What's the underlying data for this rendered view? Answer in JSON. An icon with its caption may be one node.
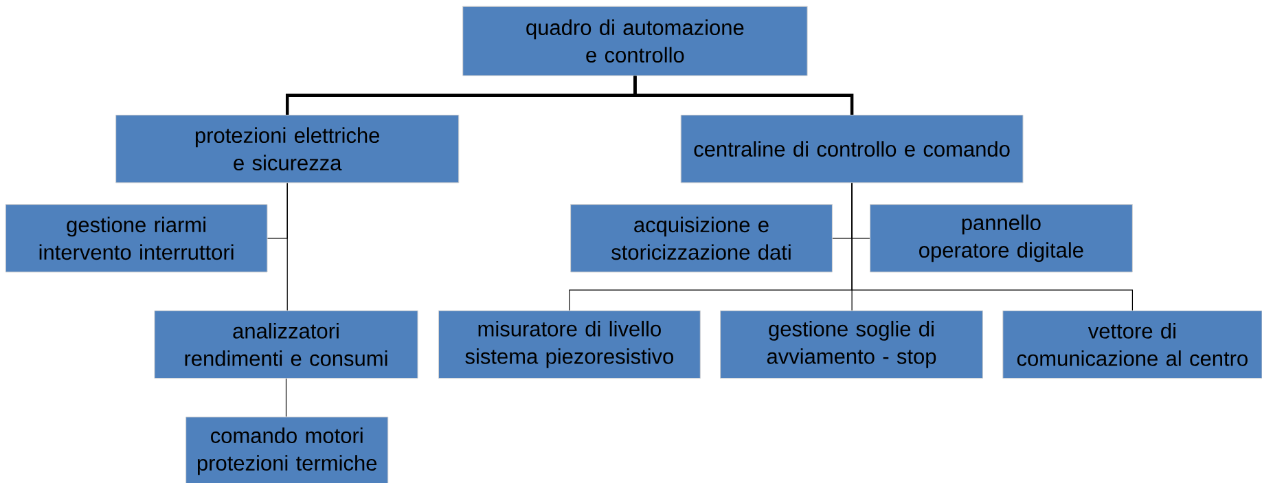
{
  "diagram": {
    "nodes": [
      {
        "text": [
          "quadro di automazione e controllo"
        ]
      },
      {
        "text": [
          "protezioni elettriche e sicurezza"
        ]
      },
      {
        "text": [
          "centraline di controllo e comando"
        ]
      },
      {
        "text": [
          "gestione riarmi intervento interruttori"
        ]
      },
      {
        "text": [
          "analizzatori rendimenti e consumi"
        ]
      },
      {
        "text": [
          "comando motori protezioni termiche"
        ]
      },
      {
        "text": [
          "acquisizione e storicizzazione dati"
        ]
      },
      {
        "text": [
          "pannello operatore digitale"
        ]
      },
      {
        "text": [
          "misuratore di livello sistema piezoresistivo"
        ]
      },
      {
        "text": [
          "gestione soglie di avviamento - stop"
        ]
      },
      {
        "text": [
          "vettore di comunicazione al centro"
        ]
      }
    ],
    "edges": [
      {
        "from": 0,
        "to": 1,
        "arrow": "none",
        "style": "thick"
      },
      {
        "from": 0,
        "to": 2,
        "arrow": "none",
        "style": "thick"
      },
      {
        "from": 1,
        "to": 3,
        "arrow": "none"
      },
      {
        "from": 1,
        "to": 4,
        "arrow": "none"
      },
      {
        "from": 4,
        "to": 5,
        "arrow": "none"
      },
      {
        "from": 2,
        "to": 6,
        "arrow": "none"
      },
      {
        "from": 2,
        "to": 7,
        "arrow": "none"
      },
      {
        "from": 2,
        "to": 8,
        "arrow": "none"
      },
      {
        "from": 2,
        "to": 9,
        "arrow": "none"
      },
      {
        "from": 2,
        "to": 10,
        "arrow": "none"
      }
    ]
  }
}
